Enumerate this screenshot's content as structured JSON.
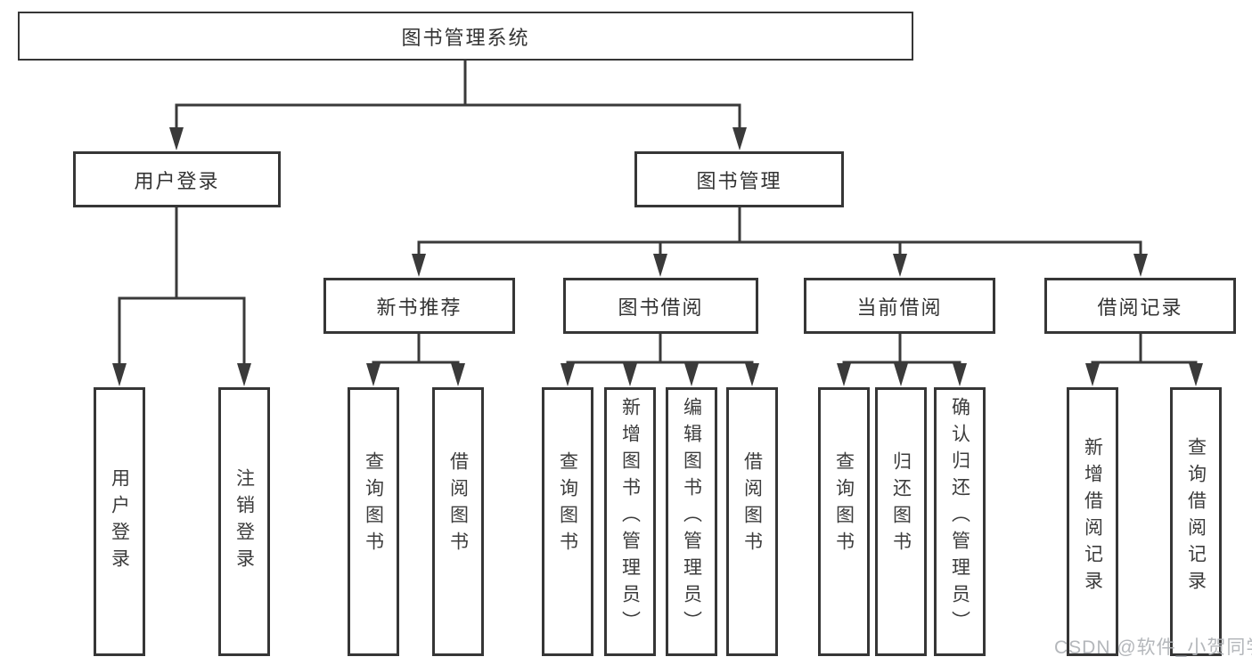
{
  "tree": {
    "root": "图书管理系统",
    "left_branch": {
      "label": "用户登录",
      "leaves": [
        "用户登录",
        "注销登录"
      ]
    },
    "right_branch": {
      "label": "图书管理",
      "groups": [
        {
          "label": "新书推荐",
          "leaves": [
            "查询图书",
            "借阅图书"
          ]
        },
        {
          "label": "图书借阅",
          "leaves": [
            "查询图书",
            "新增图书（管理员）",
            "编辑图书（管理员）",
            "借阅图书"
          ]
        },
        {
          "label": "当前借阅",
          "leaves": [
            "查询图书",
            "归还图书",
            "确认归还（管理员）"
          ]
        },
        {
          "label": "借阅记录",
          "leaves": [
            "新增借阅记录",
            "查询借阅记录"
          ]
        }
      ]
    }
  },
  "watermark": {
    "text": "CSDN @软件_小贺同学"
  },
  "colors": {
    "line": "#3a3a3a",
    "box_border": "#363636",
    "text": "#3c3c3c",
    "watermark": "#b0b3b7",
    "background": "#ffffff"
  }
}
